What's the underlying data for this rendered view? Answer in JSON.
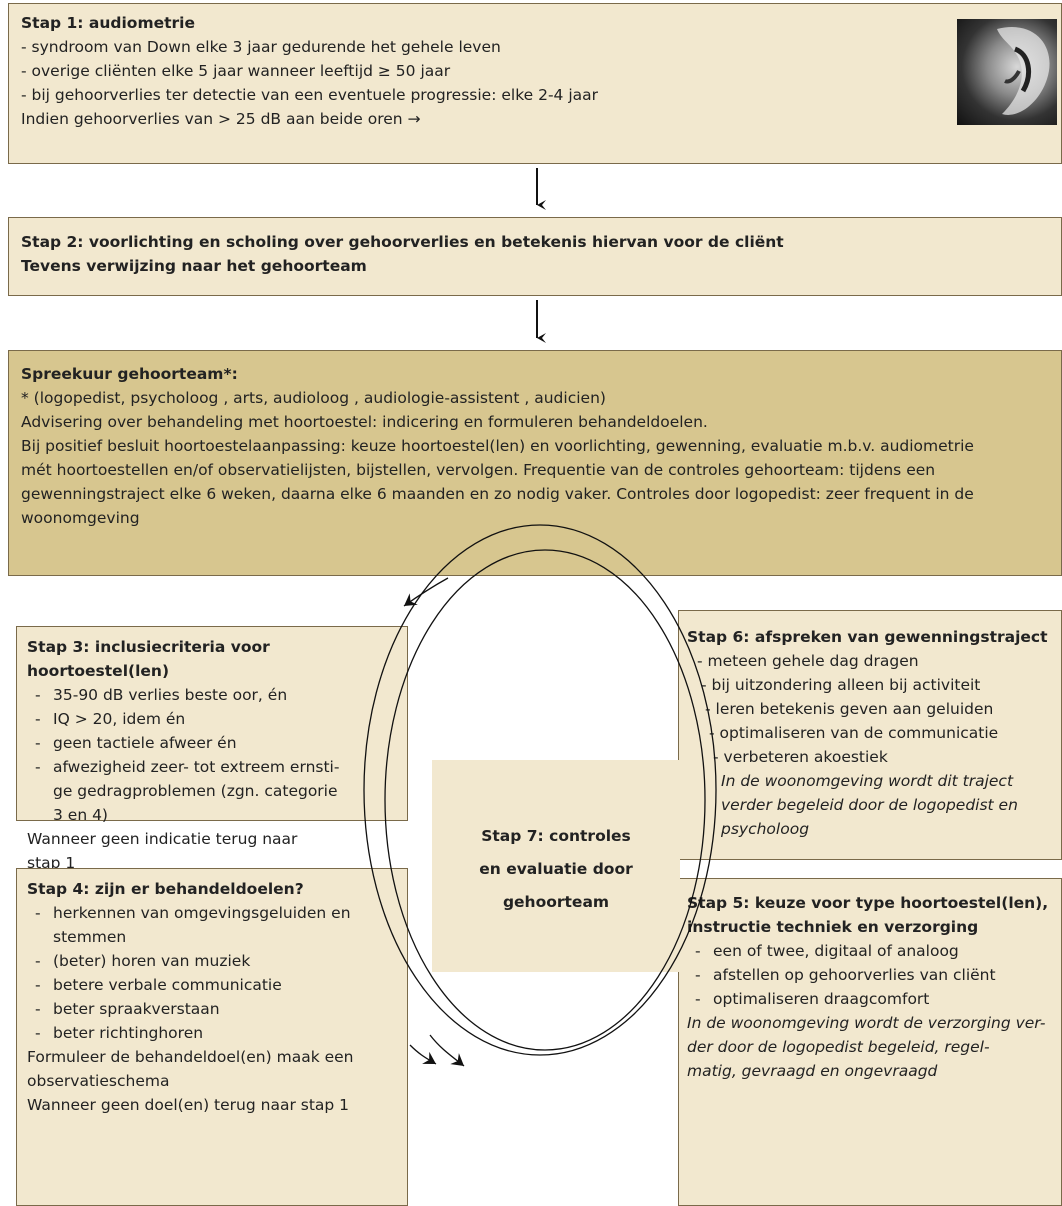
{
  "stap1": {
    "title": "Stap 1: audiometrie",
    "lines": [
      "- syndroom van Down elke 3 jaar gedurende het gehele leven",
      "- overige cliënten elke 5 jaar wanneer leeftijd ≥ 50 jaar",
      "- bij gehoorverlies ter detectie van een eventuele progressie: elke 2-4 jaar",
      "Indien gehoorverlies van > 25 dB aan beide oren →"
    ]
  },
  "stap2": {
    "line1": "Stap 2: voorlichting en scholing over gehoorverlies en betekenis hiervan voor de cliënt",
    "line2": "Tevens verwijzing naar het gehoorteam"
  },
  "spreekuur": {
    "title": "Spreekuur gehoorteam*:",
    "team": "* (logopedist, psycholoog , arts, audioloog , audiologie-assistent , audicien)",
    "advies": "Advisering over behandeling met hoortoestel: indicering en formuleren behandeldoelen.",
    "body": [
      "Bij positief besluit hoortoestelaanpassing: keuze hoortoestel(len) en voorlichting, gewenning, evaluatie m.b.v. audiometrie",
      "mét hoortoestellen en/of observatielijsten, bijstellen, vervolgen. Frequentie van de controles gehoorteam: tijdens een",
      "gewenningstraject elke 6 weken, daarna elke 6 maanden en zo nodig vaker. Controles door logopedist: zeer frequent in de",
      "woonomgeving"
    ]
  },
  "stap3": {
    "title": [
      "Stap 3: inclusiecriteria voor",
      "hoortoestel(len)"
    ],
    "items": [
      "35-90 dB verlies beste oor, én",
      "IQ > 20, idem én",
      "geen tactiele afweer én",
      "afwezigheid zeer- tot extreem ernsti-",
      "ge gedragproblemen (zgn. categorie",
      "3 en 4)"
    ],
    "footer": [
      "Wanneer geen indicatie terug naar",
      "stap 1"
    ]
  },
  "stap4": {
    "title": "Stap 4: zijn er behandeldoelen?",
    "items": [
      "herkennen van omgevingsgeluiden en",
      "stemmen",
      "(beter) horen van muziek",
      "betere verbale communicatie",
      "beter spraakverstaan",
      "beter richtinghoren"
    ],
    "footer": [
      "Formuleer de behandeldoel(en) maak een",
      "observatieschema",
      "Wanneer geen doel(en) terug naar stap 1"
    ]
  },
  "stap5": {
    "title": [
      "Stap 5: keuze voor type hoortoestel(len),",
      "instructie techniek en verzorging"
    ],
    "items": [
      "een of twee, digitaal of analoog",
      "afstellen op gehoorverlies van cliënt",
      "optimaliseren draagcomfort"
    ],
    "note": [
      "In de woonomgeving wordt de verzorging ver-",
      "der door de logopedist begeleid, regel-",
      "matig, gevraagd en ongevraagd"
    ]
  },
  "stap6": {
    "title": "Stap 6: afspreken van gewenningstraject",
    "items": [
      "- meteen gehele dag dragen",
      "- bij uitzondering alleen bij activiteit",
      "- leren betekenis geven aan geluiden",
      "- optimaliseren van de communicatie",
      "- verbeteren akoestiek"
    ],
    "note": [
      "In de woonomgeving wordt dit traject",
      "verder begeleid door de logopedist en",
      "psycholoog"
    ]
  },
  "stap7": {
    "lines": [
      "Stap 7: controles",
      "en evaluatie  door",
      "gehoorteam"
    ]
  },
  "colors": {
    "box_light": "#f2e8cf",
    "box_dark": "#d7c68f",
    "border": "#7a6a4a"
  },
  "icons": {
    "ear": "ear-photo"
  }
}
